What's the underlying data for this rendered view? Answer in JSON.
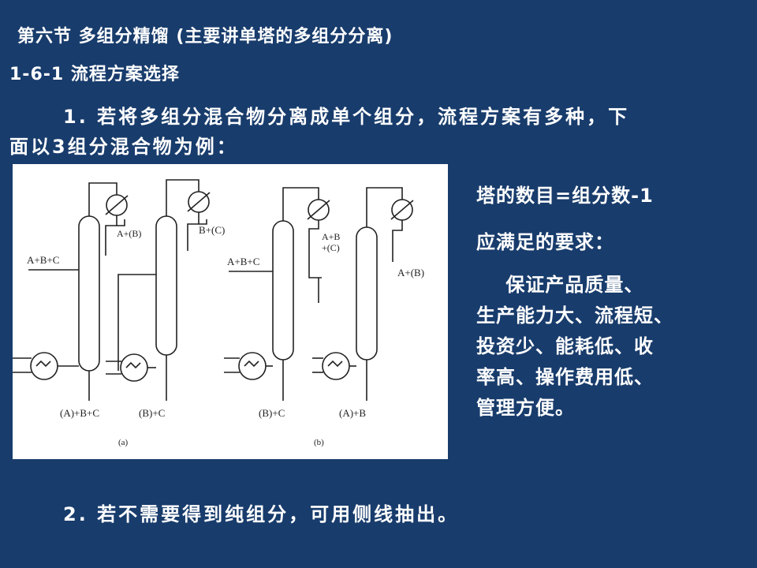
{
  "header": {
    "title": "第六节  多组分精馏  (主要讲单塔的多组分分离)",
    "subtitle": "1-6-1  流程方案选择"
  },
  "body": {
    "point1_line1": "1. 若将多组分混合物分离成单个组分，流程方案有多种，下",
    "point1_line2": "面以3组分混合物为例：",
    "point2": "2. 若不需要得到纯组分，可用侧线抽出。"
  },
  "side_notes": {
    "tower_count": "塔的数目=组分数-1",
    "requirement_heading": "应满足的要求：",
    "requirement_lines": [
      "    保证产品质量、",
      "生产能力大、流程短、",
      "投资少、能耗低、收",
      "率高、操作费用低、",
      "管理方便。"
    ]
  },
  "figure": {
    "a_feed": "A+B+C",
    "a_top1": "A+(B)",
    "a_top2": "B+(C)",
    "a_bottom1": "(A)+B+C",
    "a_bottom2": "(B)+C",
    "a_caption": "(a)",
    "b_feed": "A+B+C",
    "b_top1_l1": "A+B",
    "b_top1_l2": "+(C)",
    "b_top2": "A+(B)",
    "b_bottom1": "(B)+C",
    "b_bottom2": "(A)+B",
    "b_caption": "(b)"
  }
}
